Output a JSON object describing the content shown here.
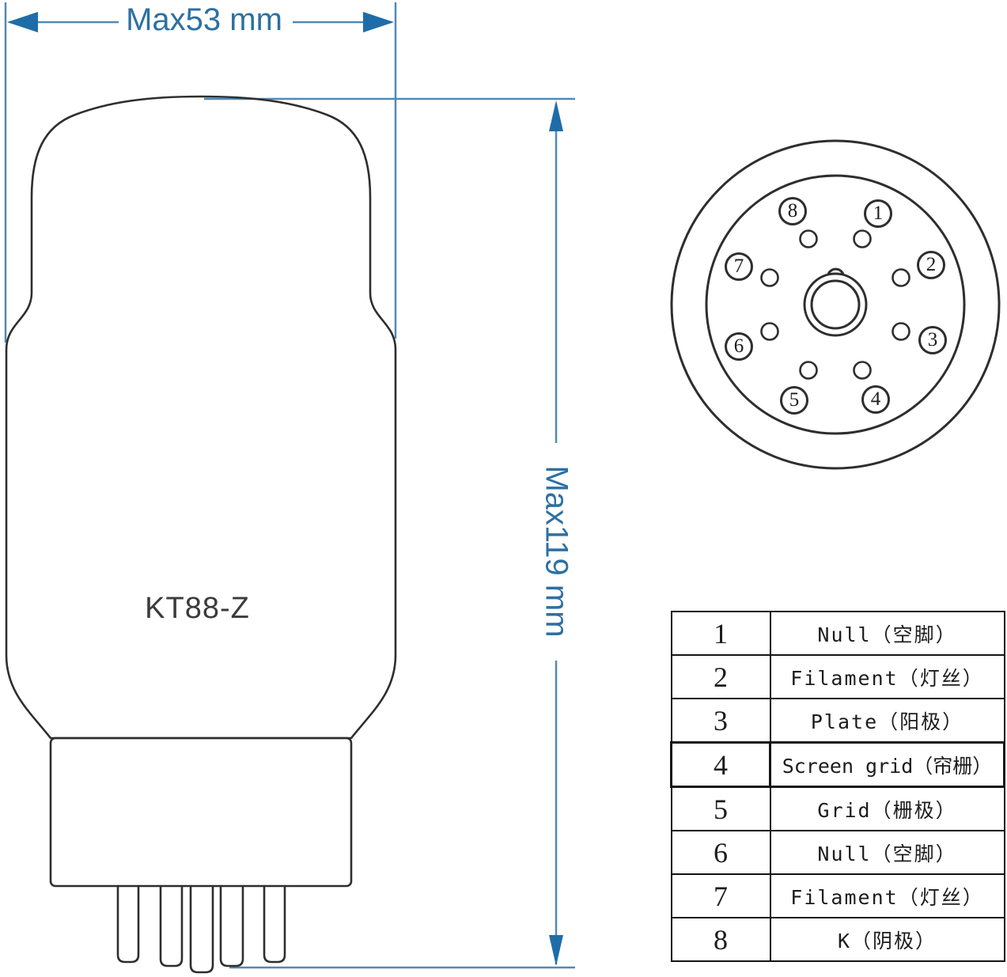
{
  "dimension_width": {
    "label": "Max53 mm"
  },
  "dimension_height": {
    "label": "Max119 mm"
  },
  "tube": {
    "model_label": "KT88-Z"
  },
  "socket": {
    "pin_numbers": [
      "1",
      "2",
      "3",
      "4",
      "5",
      "6",
      "7",
      "8"
    ]
  },
  "pin_table": {
    "rows": [
      {
        "pin": "1",
        "function": "Null（空脚）"
      },
      {
        "pin": "2",
        "function": "Filament（灯丝）"
      },
      {
        "pin": "3",
        "function": "Plate（阳极）"
      },
      {
        "pin": "4",
        "function": "Screen grid（帘栅）"
      },
      {
        "pin": "5",
        "function": "Grid（栅极）"
      },
      {
        "pin": "6",
        "function": "Null（空脚）"
      },
      {
        "pin": "7",
        "function": "Filament（灯丝）"
      },
      {
        "pin": "8",
        "function": "K（阴极）"
      }
    ]
  },
  "colors": {
    "dimension_blue_line": "#5289b4",
    "dimension_blue_arrow": "#1f6da8",
    "dimension_blue_text": "#2d70a2",
    "drawing_line": "#2e2e2e",
    "table_border": "#141414",
    "background": "#ffffff"
  }
}
